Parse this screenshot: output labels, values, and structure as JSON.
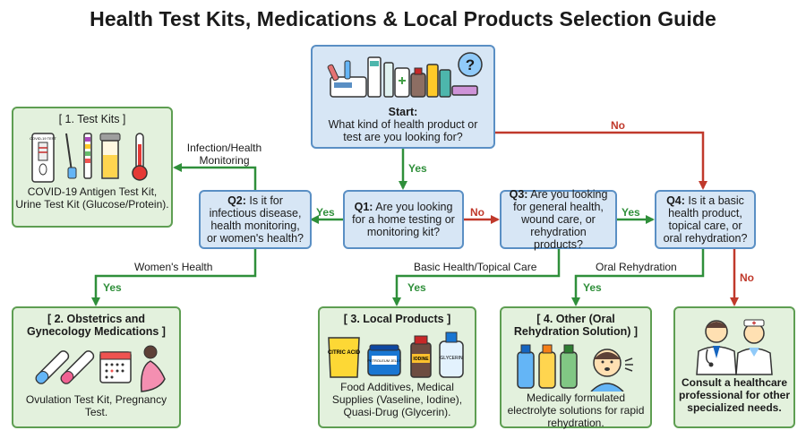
{
  "title": "Health Test Kits, Medications & Local Products Selection Guide",
  "start": {
    "heading": "Start:",
    "question": "What kind of health product or test are you looking for?"
  },
  "q1": {
    "prefix": "Q1:",
    "text": "Are you looking for a home testing or monitoring kit?"
  },
  "q2": {
    "prefix": "Q2:",
    "text": "Is it for infectious disease, health monitoring, or women's health?"
  },
  "q3": {
    "prefix": "Q3:",
    "text": "Are you looking for general health, wound care, or rehydration products?"
  },
  "q4": {
    "prefix": "Q4:",
    "text": "Is it a basic health product, topical care, or oral rehydration?"
  },
  "outcomes": {
    "test_kits": {
      "header": "[ 1. Test Kits ]",
      "desc": "COVID-19 Antigen Test Kit, Urine Test Kit (Glucose/Protein).",
      "kit_label": "COVID-19 TEST"
    },
    "obgyn": {
      "header": "[ 2. Obstetrics and Gynecology Medications ]",
      "desc": "Ovulation Test Kit, Pregnancy Test."
    },
    "local": {
      "header": "[ 3. Local Products ]",
      "desc": "Food Additives, Medical Supplies (Vaseline, Iodine), Quasi-Drug (Glycerin).",
      "product_labels": [
        "CITRIC ACID",
        "PETROLEUM JELLY",
        "IODINE",
        "GLYCERIN"
      ]
    },
    "other": {
      "header": "[ 4. Other (Oral Rehydration Solution) ]",
      "desc": "Medically formulated electrolyte solutions for rapid rehydration."
    },
    "consult": {
      "desc": "Consult a healthcare professional for other specialized needs."
    }
  },
  "edges": {
    "start_q1": "Yes",
    "start_q4": "No",
    "q1_q2": "Yes",
    "q1_q3": "No",
    "q3_q4": "Yes",
    "q2_testkits": "Infection/Health Monitoring",
    "q2_obgyn_label": "Women's Health",
    "q2_obgyn_yes": "Yes",
    "q3_local_label": "Basic Health/Topical Care",
    "q3_local_yes": "Yes",
    "q4_other_label": "Oral Rehydration",
    "q4_other_yes": "Yes",
    "q4_consult": "No"
  },
  "colors": {
    "blue_fill": "#d7e6f5",
    "blue_border": "#5a8fc4",
    "green_fill": "#e3f1dd",
    "green_border": "#5e9e52",
    "yes_arrow": "#2f8f3a",
    "no_arrow": "#c0392b"
  }
}
